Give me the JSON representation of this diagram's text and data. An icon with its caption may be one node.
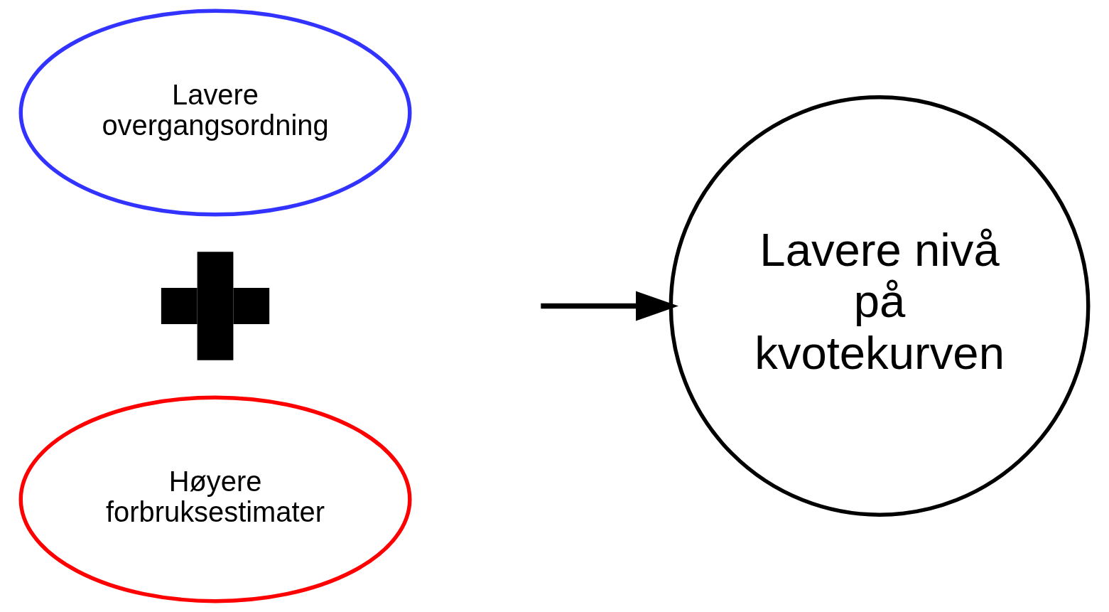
{
  "diagram": {
    "nodes": [
      {
        "text": [
          "Lavere overgangsordning"
        ]
      },
      {
        "text": [],
        "shape": "plus"
      },
      {
        "text": [
          "Høyere forbruksestimater"
        ]
      },
      {
        "text": [
          "Lavere nivå på kvotekurven"
        ]
      }
    ],
    "edges": [
      {
        "from": null,
        "to": 3,
        "arrow": "to"
      }
    ]
  }
}
